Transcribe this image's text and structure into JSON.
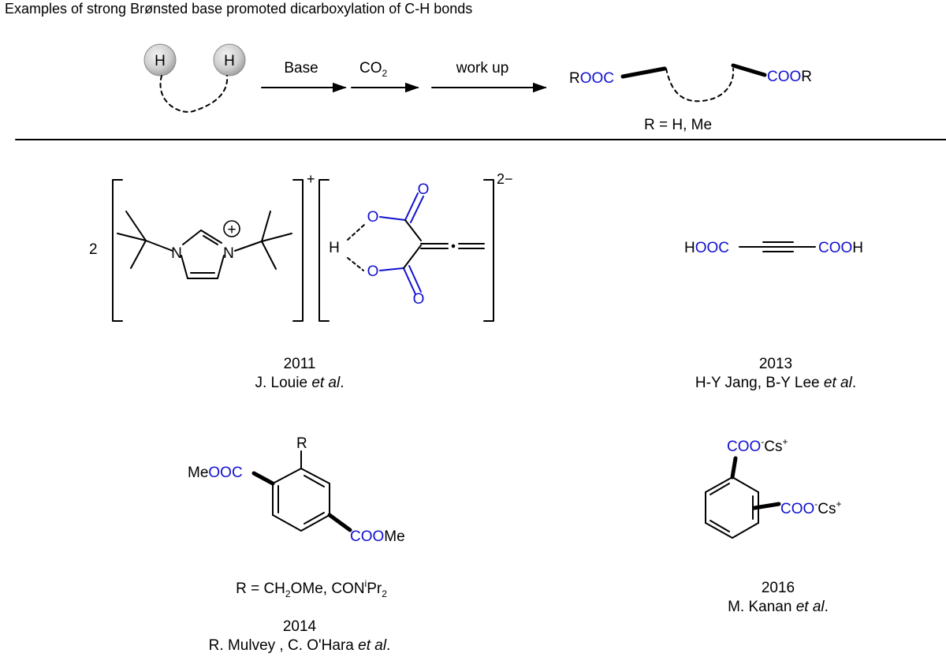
{
  "title": "Examples of strong Brønsted base promoted dicarboxylation of C-H bonds",
  "scheme": {
    "atom_h": "H",
    "step_base": "Base",
    "step_co2": "CO",
    "step_co2_sub": "2",
    "step_workup": "work up",
    "product_left_r": "R",
    "product_left_group": "OOC",
    "product_right_group": "COO",
    "product_right_r": "R",
    "r_definition": "R = H, Me"
  },
  "examples": [
    {
      "year": "2011",
      "authors": "J. Louie ",
      "etal": "et al",
      "coefficient": "2",
      "cation_charge": "+",
      "anion_charge": "2−",
      "n_label": "N",
      "n_plus_label": "N",
      "plus_symbol": "+",
      "h_label": "H",
      "o_label": "O"
    },
    {
      "year": "2013",
      "authors": "H-Y Jang, B-Y Lee ",
      "etal": "et al",
      "left_h": "H",
      "left_group": "OOC",
      "right_group": "COO",
      "right_h": "H"
    },
    {
      "year": "2014",
      "authors": "R. Mulvey , C. O'Hara ",
      "etal": "et al",
      "r_label": "R",
      "me_left": "Me",
      "ester_left": "OOC",
      "ester_right": "COO",
      "me_right": "Me",
      "r_definition_part1": "R = CH",
      "r_sub1": "2",
      "r_definition_part2": "OMe, CON",
      "r_sup": "i",
      "r_definition_part3": "Pr",
      "r_sub2": "2"
    },
    {
      "year": "2016",
      "authors": "M. Kanan ",
      "etal": "et al",
      "carboxylate": "COO",
      "carboxylate_charge": "-",
      "cation": "Cs",
      "cation_charge": "+"
    }
  ],
  "colors": {
    "heteroatom_blue": "#1010d0",
    "text": "#000000",
    "h_ball_highlight": "#f4f4f4",
    "h_ball_shadow": "#9a9a9a"
  }
}
